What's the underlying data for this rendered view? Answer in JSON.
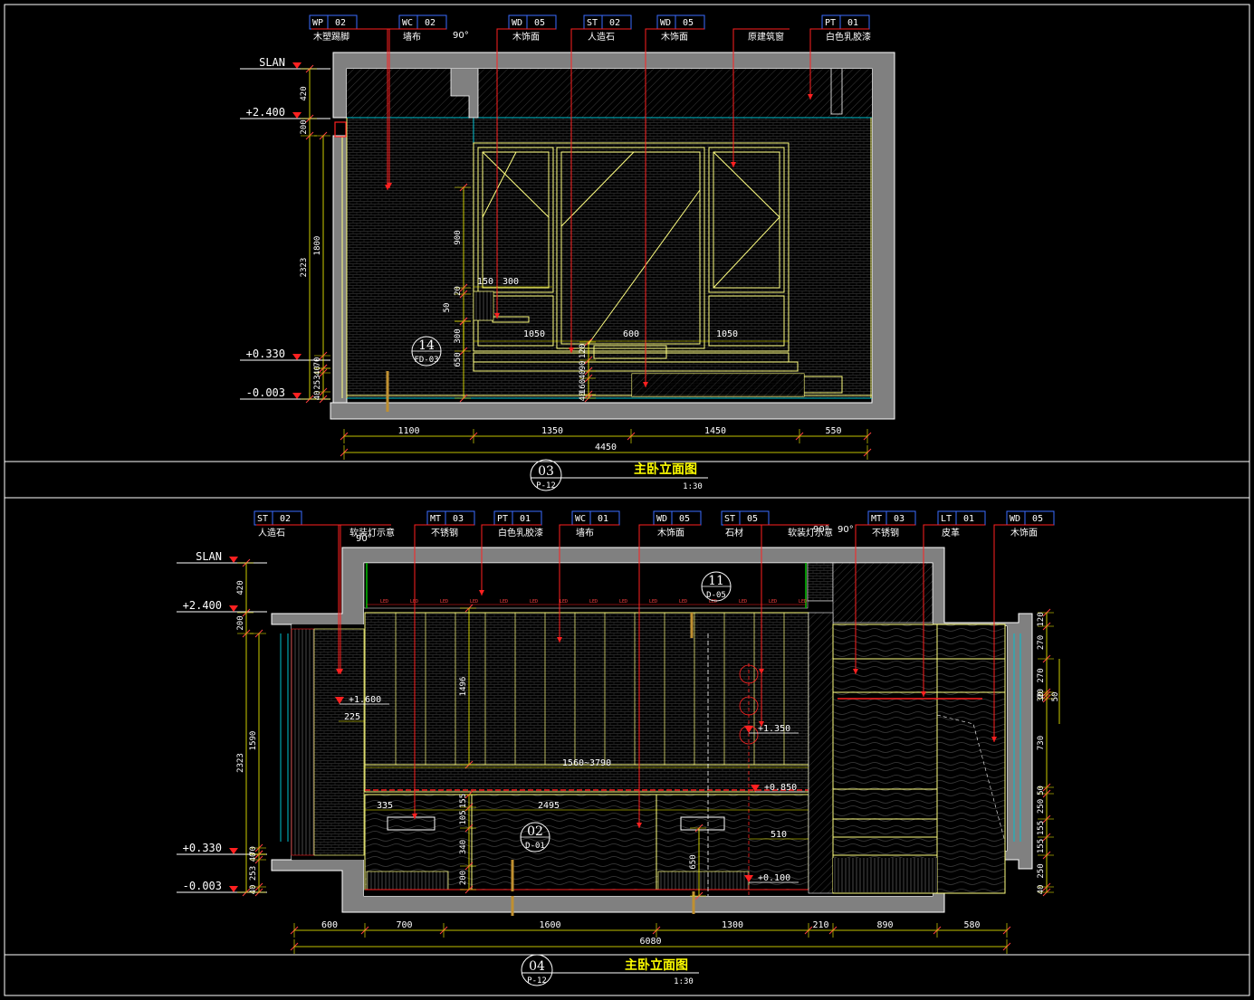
{
  "colors": {
    "background": "#000000",
    "wall": "#808080",
    "frame": "#ffffff",
    "dim": "#ffff00",
    "leader": "#ff2020",
    "cyan": "#00c0d0",
    "green": "#00c000",
    "tag": "#3a6cff",
    "object": "#ffff80"
  },
  "elev1": {
    "tags": [
      {
        "code": "WP",
        "num": "02",
        "label": "木塑踢脚"
      },
      {
        "code": "WC",
        "num": "02",
        "label": "墙布"
      },
      {
        "code": "WD",
        "num": "05",
        "label": "木饰面"
      },
      {
        "code": "ST",
        "num": "02",
        "label": "人造石"
      },
      {
        "code": "WD",
        "num": "05",
        "label": "木饰面"
      },
      {
        "code": "",
        "num": "",
        "label": "原建筑窗"
      },
      {
        "code": "PT",
        "num": "01",
        "label": "白色乳胶漆"
      }
    ],
    "angle": "90°",
    "levels": [
      "SLAN",
      "+2.400",
      "+0.330",
      "-0.003"
    ],
    "vdims": [
      "420",
      "200",
      "2323",
      "1800",
      "70",
      "40",
      "253",
      "40"
    ],
    "inner_dims": [
      "900",
      "20",
      "150",
      "300",
      "50",
      "300",
      "650",
      "1050",
      "600",
      "1050",
      "120",
      "90",
      "40",
      "40",
      "160"
    ],
    "bottom_dims": [
      "1100",
      "1350",
      "1450",
      "550"
    ],
    "total": "4450",
    "callout": {
      "num": "14",
      "ref": "FD-03"
    },
    "title": {
      "num": "03",
      "sheet": "P-12",
      "name": "主卧立面图",
      "scale": "1:30"
    }
  },
  "elev2": {
    "tags": [
      {
        "code": "ST",
        "num": "02",
        "label": "人造石"
      },
      {
        "code": "",
        "num": "",
        "label": "软装灯示意"
      },
      {
        "code": "MT",
        "num": "03",
        "label": "不锈钢"
      },
      {
        "code": "PT",
        "num": "01",
        "label": "白色乳胶漆"
      },
      {
        "code": "WC",
        "num": "01",
        "label": "墙布"
      },
      {
        "code": "WD",
        "num": "05",
        "label": "木饰面"
      },
      {
        "code": "ST",
        "num": "05",
        "label": "石材"
      },
      {
        "code": "",
        "num": "",
        "label": "软装灯示意"
      },
      {
        "code": "MT",
        "num": "03",
        "label": "不锈钢"
      },
      {
        "code": "LT",
        "num": "01",
        "label": "皮革"
      },
      {
        "code": "WD",
        "num": "05",
        "label": "木饰面"
      }
    ],
    "angles": [
      "90°",
      "90°",
      "90°"
    ],
    "levels": [
      "SLAN",
      "+2.400",
      "+0.330",
      "-0.003"
    ],
    "vdims_left": [
      "420",
      "200",
      "2323",
      "1590",
      "70",
      "40",
      "253",
      "40"
    ],
    "vdims_right": [
      "120",
      "270",
      "270",
      "20",
      "30",
      "730",
      "50",
      "250",
      "155",
      "155",
      "250",
      "40"
    ],
    "inner_dims": [
      "1496",
      "1560~3790",
      "335",
      "2495",
      "155",
      "105",
      "340",
      "200",
      "510",
      "650",
      "225"
    ],
    "inner_levels": [
      "+1.600",
      "+1.350",
      "+0.850",
      "+0.100"
    ],
    "bottom_dims": [
      "600",
      "700",
      "1600",
      "1300",
      "210",
      "890",
      "580"
    ],
    "total": "6080",
    "led": "LED",
    "callouts": [
      {
        "num": "11",
        "ref": "D-05"
      },
      {
        "num": "02",
        "ref": "D-01"
      }
    ],
    "title": {
      "num": "04",
      "sheet": "P-12",
      "name": "主卧立面图",
      "scale": "1:30"
    }
  }
}
